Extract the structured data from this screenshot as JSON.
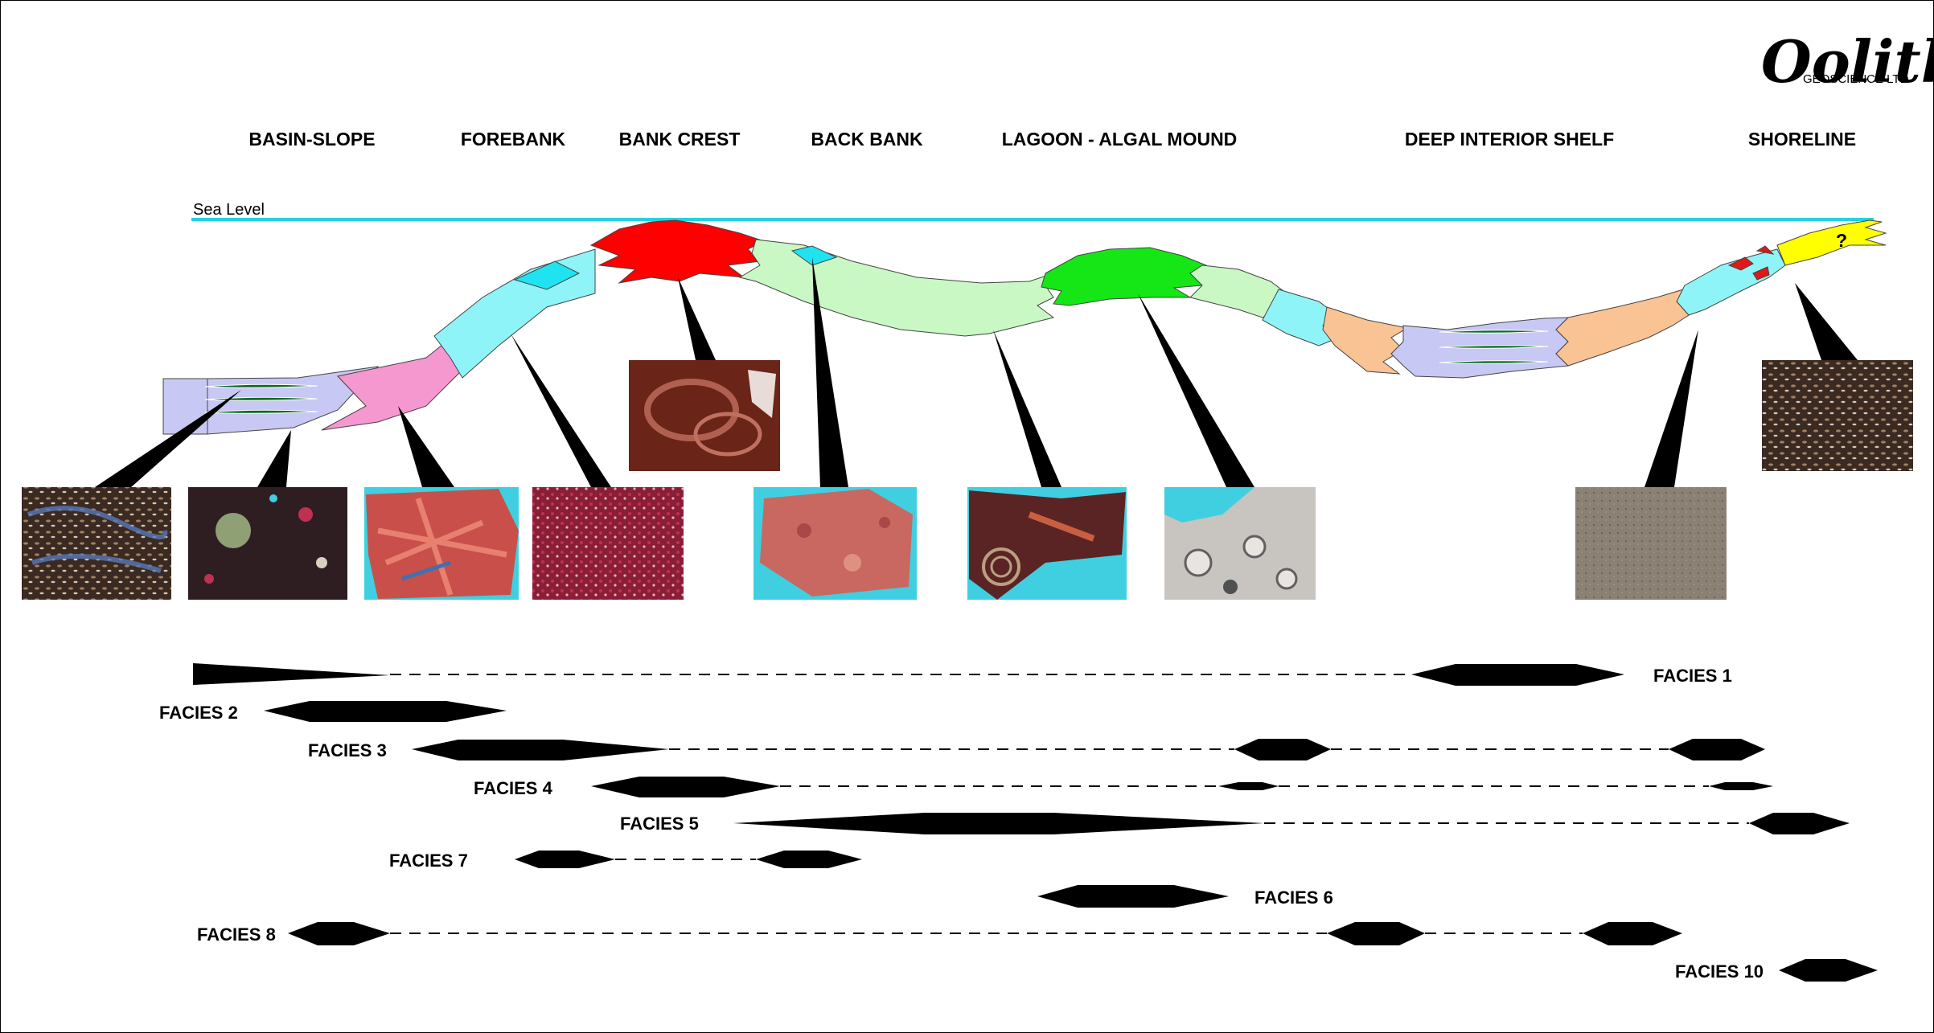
{
  "logo": {
    "name": "Oolithica",
    "subtitle": "GEOSCIENCE LTD"
  },
  "environments": [
    "BASIN-SLOPE",
    "FOREBANK",
    "BANK CREST",
    "BACK BANK",
    "LAGOON - ALGAL MOUND",
    "DEEP INTERIOR SHELF",
    "SHORELINE"
  ],
  "sea_level_label": "Sea Level",
  "question_mark": "?",
  "colors": {
    "sea_level": "#22d3e0",
    "basin": "#c8c8f5",
    "slope_pink": "#f598cf",
    "forebank": "#8ff4f8",
    "bank_crest": "#ff0000",
    "back_bank": "#c9f8c4",
    "algal_mound": "#15e615",
    "shelf_orange": "#f9c394",
    "shoreline": "#ffff00",
    "lamina": "#0d6b24",
    "thin_section_blue": "#40cfe0"
  },
  "thin_sections": [
    "facies-1-micrograph",
    "facies-2-micrograph",
    "facies-3-micrograph",
    "facies-4-micrograph",
    "bank-crest-micrograph",
    "back-bank-micrograph",
    "lagoon-micrograph",
    "algal-mound-micrograph",
    "deep-shelf-micrograph",
    "shoreline-micrograph"
  ],
  "facies": [
    "FACIES 1",
    "FACIES 2",
    "FACIES 3",
    "FACIES 4",
    "FACIES 5",
    "FACIES 7",
    "FACIES 6",
    "FACIES 8",
    "FACIES 10"
  ]
}
